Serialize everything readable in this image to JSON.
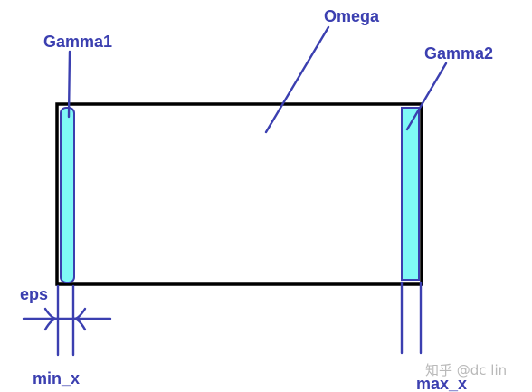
{
  "labels": {
    "omega": "Omega",
    "gamma1": "Gamma1",
    "gamma2": "Gamma2",
    "eps": "eps",
    "min_x": "min_x",
    "max_x": "max_x"
  },
  "watermark": "知乎 @dc lin",
  "colors": {
    "ink": "#3b3fb0",
    "boundary_fill": "#7ff9f6",
    "domain_border": "#000000",
    "watermark": "#b9b9b9"
  }
}
